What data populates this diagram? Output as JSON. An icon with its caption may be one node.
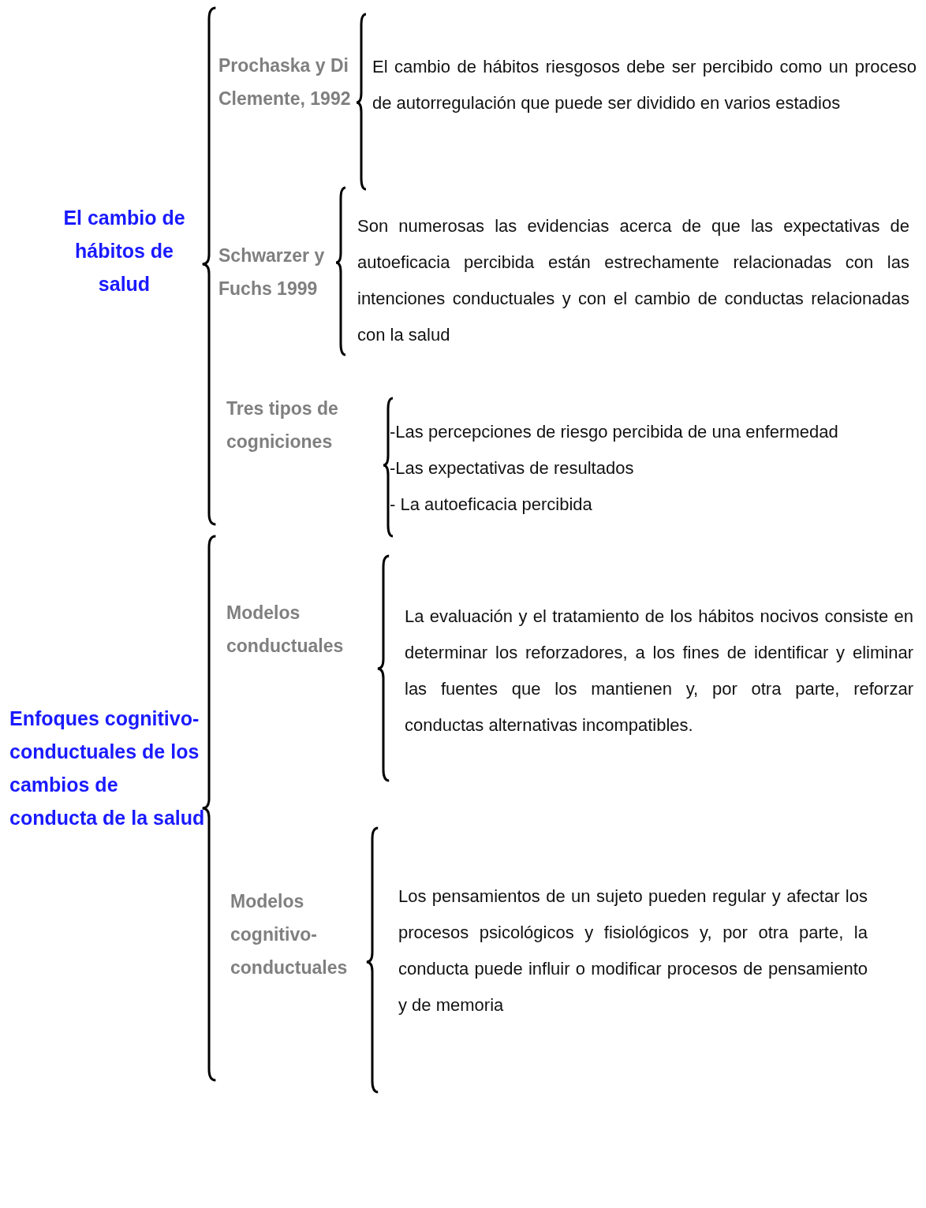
{
  "diagram": {
    "nodes": [
      {
        "text": [
          "El cambio de hábitos de salud"
        ]
      },
      {
        "text": [
          "Prochaska y Di Clemente, 1992"
        ]
      },
      {
        "text": [
          "El cambio de hábitos riesgosos debe ser percibido como un proceso de autorregulación que puede ser dividido en varios estadios"
        ]
      },
      {
        "text": [
          "Schwarzer y Fuchs 1999"
        ]
      },
      {
        "text": [
          "Son numerosas las evidencias acerca de que las expectativas de autoeficacia percibida están estrechamente relacionadas con las intenciones conductuales y con el cambio de conductas relacionadas con la salud"
        ]
      },
      {
        "text": [
          "Tres tipos de cogniciones"
        ]
      },
      {
        "text": [
          "-Las percepciones de riesgo percibida de una enfermedad",
          "-Las expectativas de resultados",
          "- La autoeficacia percibida"
        ]
      },
      {
        "text": [
          "Enfoques cognitivo-conductuales de los cambios de conducta de la salud"
        ]
      },
      {
        "text": [
          "Modelos conductuales"
        ]
      },
      {
        "text": [
          "La evaluación y el tratamiento de los hábitos nocivos consiste en determinar los reforzadores, a los fines de identificar y eliminar las fuentes que los mantienen y, por otra parte, reforzar conductas alternativas incompatibles."
        ]
      },
      {
        "text": [
          "Modelos cognitivo-conductuales"
        ]
      },
      {
        "text": [
          "Los pensamientos de un sujeto pueden regular y afectar los procesos psicológicos y fisiológicos y, por otra parte, la conducta puede influir o modificar procesos de pensamiento y de memoria"
        ]
      }
    ]
  }
}
